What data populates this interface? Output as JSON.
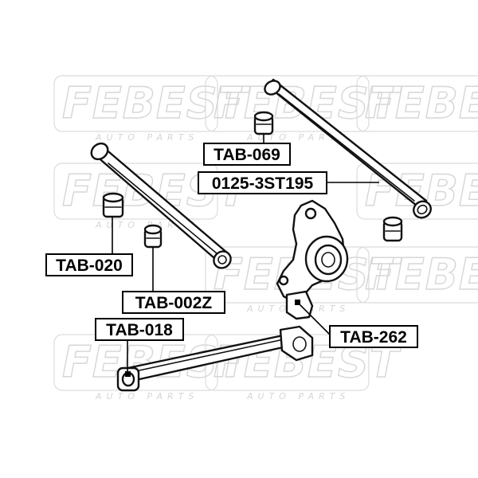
{
  "watermark": {
    "brand": "FEBEST",
    "tagline": "AUTO PARTS"
  },
  "labels": {
    "tab069": "TAB-069",
    "st195": "0125-3ST195",
    "tab020": "TAB-020",
    "tab002z": "TAB-002Z",
    "tab018": "TAB-018",
    "tab262": "TAB-262"
  },
  "colors": {
    "line": "#111111",
    "watermark": "#d6d6d6",
    "background": "#ffffff"
  }
}
